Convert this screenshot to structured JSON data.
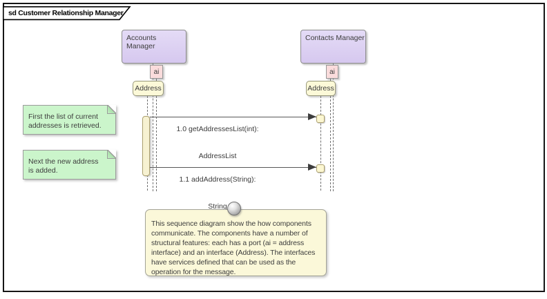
{
  "frame": {
    "title": "sd Customer Relationship Manager"
  },
  "lifelines": [
    {
      "component": "Accounts Manager",
      "port": "ai",
      "interface": "Address"
    },
    {
      "component": "Contacts Manager",
      "port": "ai",
      "interface": "Address"
    }
  ],
  "messages": [
    {
      "call": "1.0 getAddressesList(int):",
      "result": "AddressList"
    },
    {
      "call": "1.1 addAddress(String):",
      "result": "String"
    }
  ],
  "notes": [
    {
      "text": "First the list of current\naddresses is retrieved."
    },
    {
      "text": "Next the new address\nis added."
    }
  ],
  "description_note": {
    "text": "This sequence diagram show the how components\ncommunicate. The components have a number of\nstructural features: each has a port (ai = address\ninterface) and an interface (Address). The interfaces\nhave services defined that can be used as the\noperation for the message."
  },
  "colors": {
    "component_fill": "#d9ccf0",
    "port_fill": "#fadcdc",
    "interface_fill": "#fcf9d8",
    "activation_fill": "#f7f2d2",
    "note_green_fill": "#cbf5cb",
    "note_yellow_fill": "#fbf8d9",
    "frame_border": "#151515",
    "message_line": "#565656"
  }
}
